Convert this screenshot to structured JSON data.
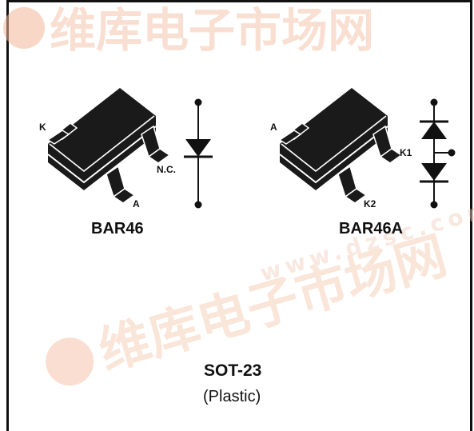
{
  "watermark": {
    "text_cn": "维库电子市场网",
    "text_url": "www.dzsc.com",
    "color": "#f2c0a6"
  },
  "left_device": {
    "part_label": "BAR46",
    "pin_labels": {
      "cathode": "K",
      "anode": "A",
      "no_connect": "N.C."
    }
  },
  "right_device": {
    "part_label": "BAR46A",
    "pin_labels": {
      "anode": "A",
      "cathode1": "K1",
      "cathode2": "K2"
    }
  },
  "package": {
    "name": "SOT-23",
    "material": "(Plastic)"
  },
  "colors": {
    "ink": "#111111",
    "body": "#1a1a1a"
  }
}
